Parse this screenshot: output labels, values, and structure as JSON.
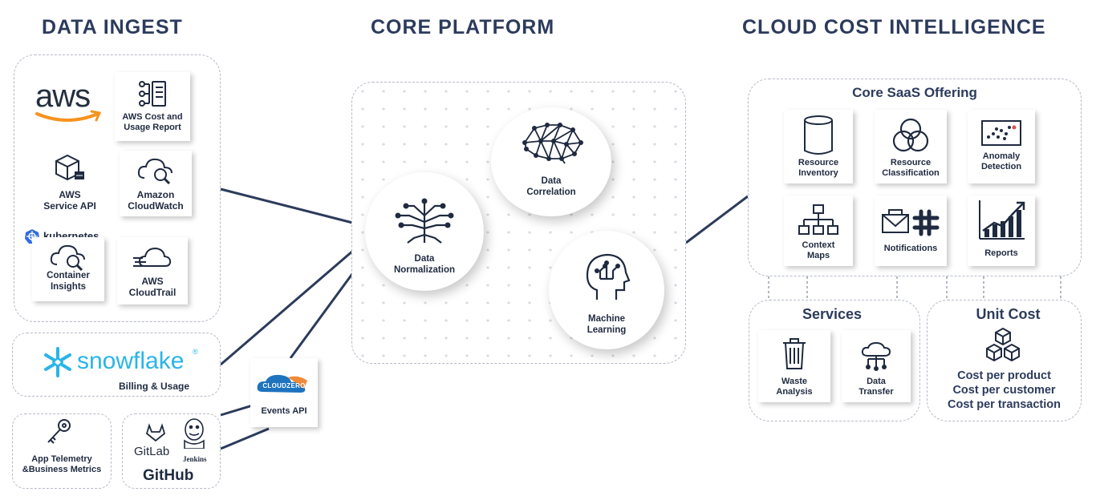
{
  "headings": {
    "ingest": "DATA INGEST",
    "core": "CORE PLATFORM",
    "intel": "CLOUD COST INTELLIGENCE"
  },
  "ingest": {
    "aws_logo": "aws",
    "cur": [
      "AWS  Cost and",
      "Usage Report"
    ],
    "service_api": [
      "AWS",
      "Service API"
    ],
    "cloudwatch": [
      "Amazon",
      "CloudWatch"
    ],
    "kubernetes": "kubernetes",
    "container": [
      "Container",
      "Insights"
    ],
    "cloudtrail": [
      "AWS",
      "CloudTrail"
    ],
    "snowflake": "snowflake",
    "snowflake_reg": "®",
    "billing": "Billing & Usage",
    "telemetry": [
      "App Telemetry",
      "&Business Metrics"
    ],
    "gitlab": "GitLab",
    "jenkins": "Jenkins",
    "github": "GitHub",
    "cloudzero": "CLOUDZERO",
    "events_api": "Events API"
  },
  "core": {
    "normalization": [
      "Data",
      "Normalization"
    ],
    "correlation": [
      "Data",
      "Correlation"
    ],
    "ml": [
      "Machine",
      "Learning"
    ]
  },
  "saas": {
    "title": "Core SaaS Offering",
    "items": [
      [
        "Resource",
        "Inventory"
      ],
      [
        "Resource",
        "Classification"
      ],
      [
        "Anomaly",
        "Detection"
      ],
      [
        "Context",
        "Maps"
      ],
      [
        "Notifications"
      ],
      [
        "Reports"
      ]
    ]
  },
  "services": {
    "title": "Services",
    "waste": [
      "Waste",
      "Analysis"
    ],
    "transfer": [
      "Data",
      "Transfer"
    ]
  },
  "unit_cost": {
    "title": "Unit Cost",
    "lines": [
      "Cost per product",
      "Cost per customer",
      "Cost per transaction"
    ]
  },
  "colors": {
    "navy": "#2c3b5c",
    "aws_orange": "#f7931e",
    "snowflake_blue": "#29b5e8",
    "cloudzero_blue": "#1e73be",
    "k8s_blue": "#326ce5"
  }
}
